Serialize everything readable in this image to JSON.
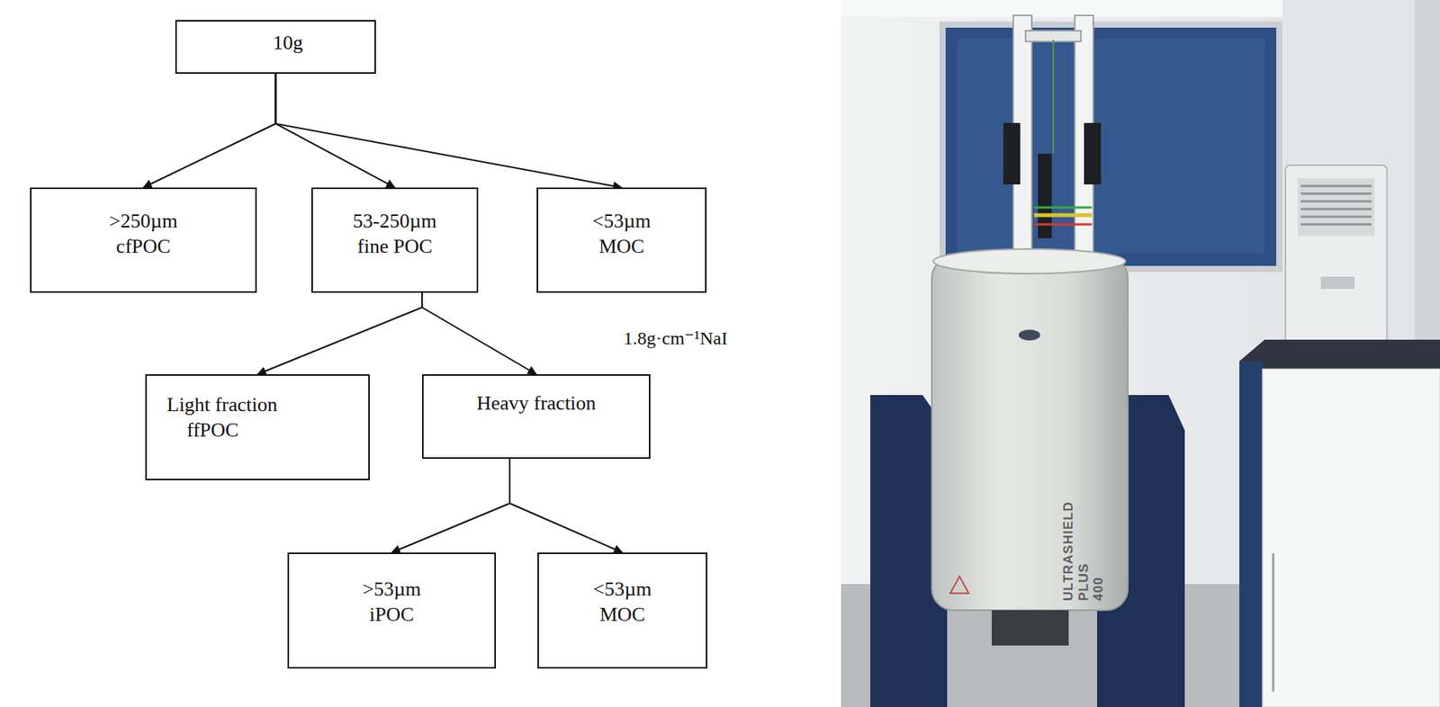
{
  "diagram": {
    "nodes": [
      {
        "text": [
          "10g"
        ]
      },
      {
        "text": [
          ">250µm",
          "cfPOC"
        ]
      },
      {
        "text": [
          "53-250µm",
          "fine POC"
        ]
      },
      {
        "text": [
          "<53µm",
          "MOC"
        ]
      },
      {
        "text": [
          "Light fraction",
          "ffPOC"
        ]
      },
      {
        "text": [
          "Heavy fraction"
        ]
      },
      {
        "text": [
          ">53µm",
          "iPOC"
        ]
      },
      {
        "text": [
          "<53µm",
          "MOC"
        ]
      }
    ],
    "edges": [
      {
        "from": 0,
        "to": 1,
        "arrow": "to"
      },
      {
        "from": 0,
        "to": 2,
        "arrow": "to"
      },
      {
        "from": 0,
        "to": 3,
        "arrow": "to"
      },
      {
        "from": 2,
        "to": 4,
        "arrow": "to"
      },
      {
        "from": 2,
        "to": 5,
        "arrow": "to"
      },
      {
        "from": 5,
        "to": 6,
        "arrow": "to"
      },
      {
        "from": 5,
        "to": 7,
        "arrow": "to"
      }
    ],
    "labels": [
      "1.8g·cm⁻¹NaI",
      "ULTRASHIELD",
      "PLUS",
      "400"
    ]
  }
}
